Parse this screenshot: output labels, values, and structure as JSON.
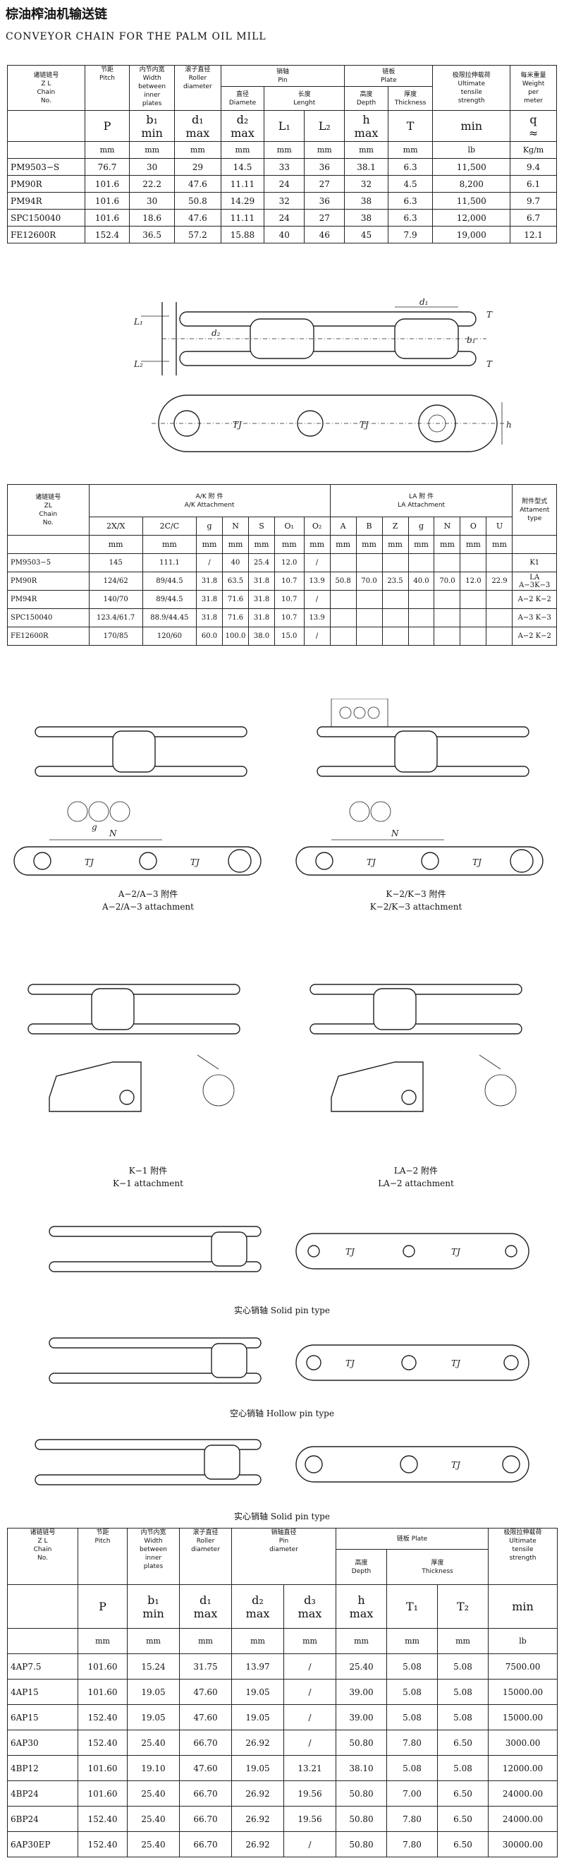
{
  "title_cn": "棕油榨油机输送链",
  "title_en": "CONVEYOR CHAIN FOR THE PALM OIL MILL",
  "table1": {
    "headers": {
      "chain": "诸链链号\nZ L\nChain\nNo.",
      "pitch": "节距\nPitch",
      "width": "内节内宽\nWidth\nbetween\ninner\nplates",
      "roller": "滚子直径\nRoller\ndiameter",
      "pin": "销轴\nPin",
      "pin_dia": "直径\nDiamete",
      "pin_len": "长度\nLenght",
      "plate": "链板\nPlate",
      "depth": "高度\nDepth",
      "thick": "厚度\nThickness",
      "tensile": "极限拉伸载荷\nUltimate\ntensile\nstrength",
      "weight": "每米重量\nWeight\nper\nmeter"
    },
    "symbols": [
      "P",
      "b₁\nmin",
      "d₁\nmax",
      "d₂\nmax",
      "L₁",
      "L₂",
      "h\nmax",
      "T",
      "min",
      "q\n≈"
    ],
    "units": [
      "mm",
      "mm",
      "mm",
      "mm",
      "mm",
      "mm",
      "mm",
      "mm",
      "lb",
      "Kg/m"
    ],
    "rows": [
      [
        "PM9503−S",
        "76.7",
        "30",
        "29",
        "14.5",
        "33",
        "36",
        "38.1",
        "6.3",
        "11,500",
        "9.4"
      ],
      [
        "PM90R",
        "101.6",
        "22.2",
        "47.6",
        "11.11",
        "24",
        "27",
        "32",
        "4.5",
        "8,200",
        "6.1"
      ],
      [
        "PM94R",
        "101.6",
        "30",
        "50.8",
        "14.29",
        "32",
        "36",
        "38",
        "6.3",
        "11,500",
        "9.7"
      ],
      [
        "SPC150040",
        "101.6",
        "18.6",
        "47.6",
        "11.11",
        "24",
        "27",
        "38",
        "6.3",
        "12,000",
        "6.7"
      ],
      [
        "FE12600R",
        "152.4",
        "36.5",
        "57.2",
        "15.88",
        "40",
        "46",
        "45",
        "7.9",
        "19,000",
        "12.1"
      ]
    ]
  },
  "diagram1": {
    "labels": [
      "L₁",
      "L₂",
      "d₂",
      "d₁",
      "b₁",
      "T",
      "T",
      "TJ",
      "TJ",
      "h"
    ]
  },
  "table2": {
    "headers": {
      "chain": "诸链链号\nZL\nChain\nNo.",
      "ak": "A/K  附  件\nA/K Attachment",
      "la": "LA  附  件\nLA  Attachment",
      "type": "附件型式\nAttament\ntype"
    },
    "symbols": [
      "2X/X",
      "2C/C",
      "g",
      "N",
      "S",
      "O₁",
      "O₂",
      "A",
      "B",
      "Z",
      "g",
      "N",
      "O",
      "U"
    ],
    "units": [
      "mm",
      "mm",
      "mm",
      "mm",
      "mm",
      "mm",
      "mm",
      "mm",
      "mm",
      "mm",
      "mm",
      "mm",
      "mm",
      "mm"
    ],
    "rows": [
      [
        "PM9503−5",
        "145",
        "111.1",
        "/",
        "40",
        "25.4",
        "12.0",
        "/",
        "",
        "",
        "",
        "",
        "",
        "",
        "",
        "K1"
      ],
      [
        "PM90R",
        "124/62",
        "89/44.5",
        "31.8",
        "63.5",
        "31.8",
        "10.7",
        "13.9",
        "50.8",
        "70.0",
        "23.5",
        "40.0",
        "70.0",
        "12.0",
        "22.9",
        "LA\nA−3K−3"
      ],
      [
        "PM94R",
        "140/70",
        "89/44.5",
        "31.8",
        "71.6",
        "31.8",
        "10.7",
        "/",
        "",
        "",
        "",
        "",
        "",
        "",
        "",
        "A−2  K−2"
      ],
      [
        "SPC150040",
        "123.4/61.7",
        "88.9/44.45",
        "31.8",
        "71.6",
        "31.8",
        "10.7",
        "13.9",
        "",
        "",
        "",
        "",
        "",
        "",
        "",
        "A−3  K−3"
      ],
      [
        "FE12600R",
        "170/85",
        "120/60",
        "60.0",
        "100.0",
        "38.0",
        "15.0",
        "/",
        "",
        "",
        "",
        "",
        "",
        "",
        "",
        "A−2  K−2"
      ]
    ]
  },
  "captions": {
    "a2_cn": "A−2/A−3  附件",
    "a2_en": "A−2/A−3  attachment",
    "k2_cn": "K−2/K−3  附件",
    "k2_en": "K−2/K−3  attachment",
    "k1_cn": "K−1  附件",
    "k1_en": "K−1  attachment",
    "la2_cn": "LA−2 附件",
    "la2_en": "LA−2  attachment",
    "solid1": "实心销轴  Solid pin type",
    "hollow": "空心销轴  Hollow pin type",
    "solid2": "实心销轴  Solid pin type"
  },
  "table3": {
    "headers": {
      "chain": "诸链链号\nZ L\nChain\nNo.",
      "pitch": "节距\nPitch",
      "width": "内节内宽\nWidth\nbetween\ninner\nplates",
      "roller": "滚子直径\nRoller\ndiameter",
      "pin": "销轴直径\nPin\ndiameter",
      "plate": "链板 Plate",
      "depth": "高度\nDepth",
      "thick": "厚度\nThickness",
      "tensile": "极限拉伸载荷\nUltimate\ntensile\nstrength"
    },
    "symbols": [
      "P",
      "b₁\nmin",
      "d₁\nmax",
      "d₂\nmax",
      "d₃\nmax",
      "h\nmax",
      "T₁",
      "T₂",
      "min"
    ],
    "units": [
      "mm",
      "mm",
      "mm",
      "mm",
      "mm",
      "mm",
      "mm",
      "mm",
      "lb"
    ],
    "rows": [
      [
        "4AP7.5",
        "101.60",
        "15.24",
        "31.75",
        "13.97",
        "/",
        "25.40",
        "5.08",
        "5.08",
        "7500.00"
      ],
      [
        "4AP15",
        "101.60",
        "19.05",
        "47.60",
        "19.05",
        "/",
        "39.00",
        "5.08",
        "5.08",
        "15000.00"
      ],
      [
        "6AP15",
        "152.40",
        "19.05",
        "47.60",
        "19.05",
        "/",
        "39.00",
        "5.08",
        "5.08",
        "15000.00"
      ],
      [
        "6AP30",
        "152.40",
        "25.40",
        "66.70",
        "26.92",
        "/",
        "50.80",
        "7.80",
        "6.50",
        "3000.00"
      ],
      [
        "4BP12",
        "101.60",
        "19.10",
        "47.60",
        "19.05",
        "13.21",
        "38.10",
        "5.08",
        "5.08",
        "12000.00"
      ],
      [
        "4BP24",
        "101.60",
        "25.40",
        "66.70",
        "26.92",
        "19.56",
        "50.80",
        "7.00",
        "6.50",
        "24000.00"
      ],
      [
        "6BP24",
        "152.40",
        "25.40",
        "66.70",
        "26.92",
        "19.56",
        "50.80",
        "7.80",
        "6.50",
        "24000.00"
      ],
      [
        "6AP30EP",
        "152.40",
        "25.40",
        "66.70",
        "26.92",
        "/",
        "50.80",
        "7.80",
        "6.50",
        "30000.00"
      ]
    ]
  }
}
